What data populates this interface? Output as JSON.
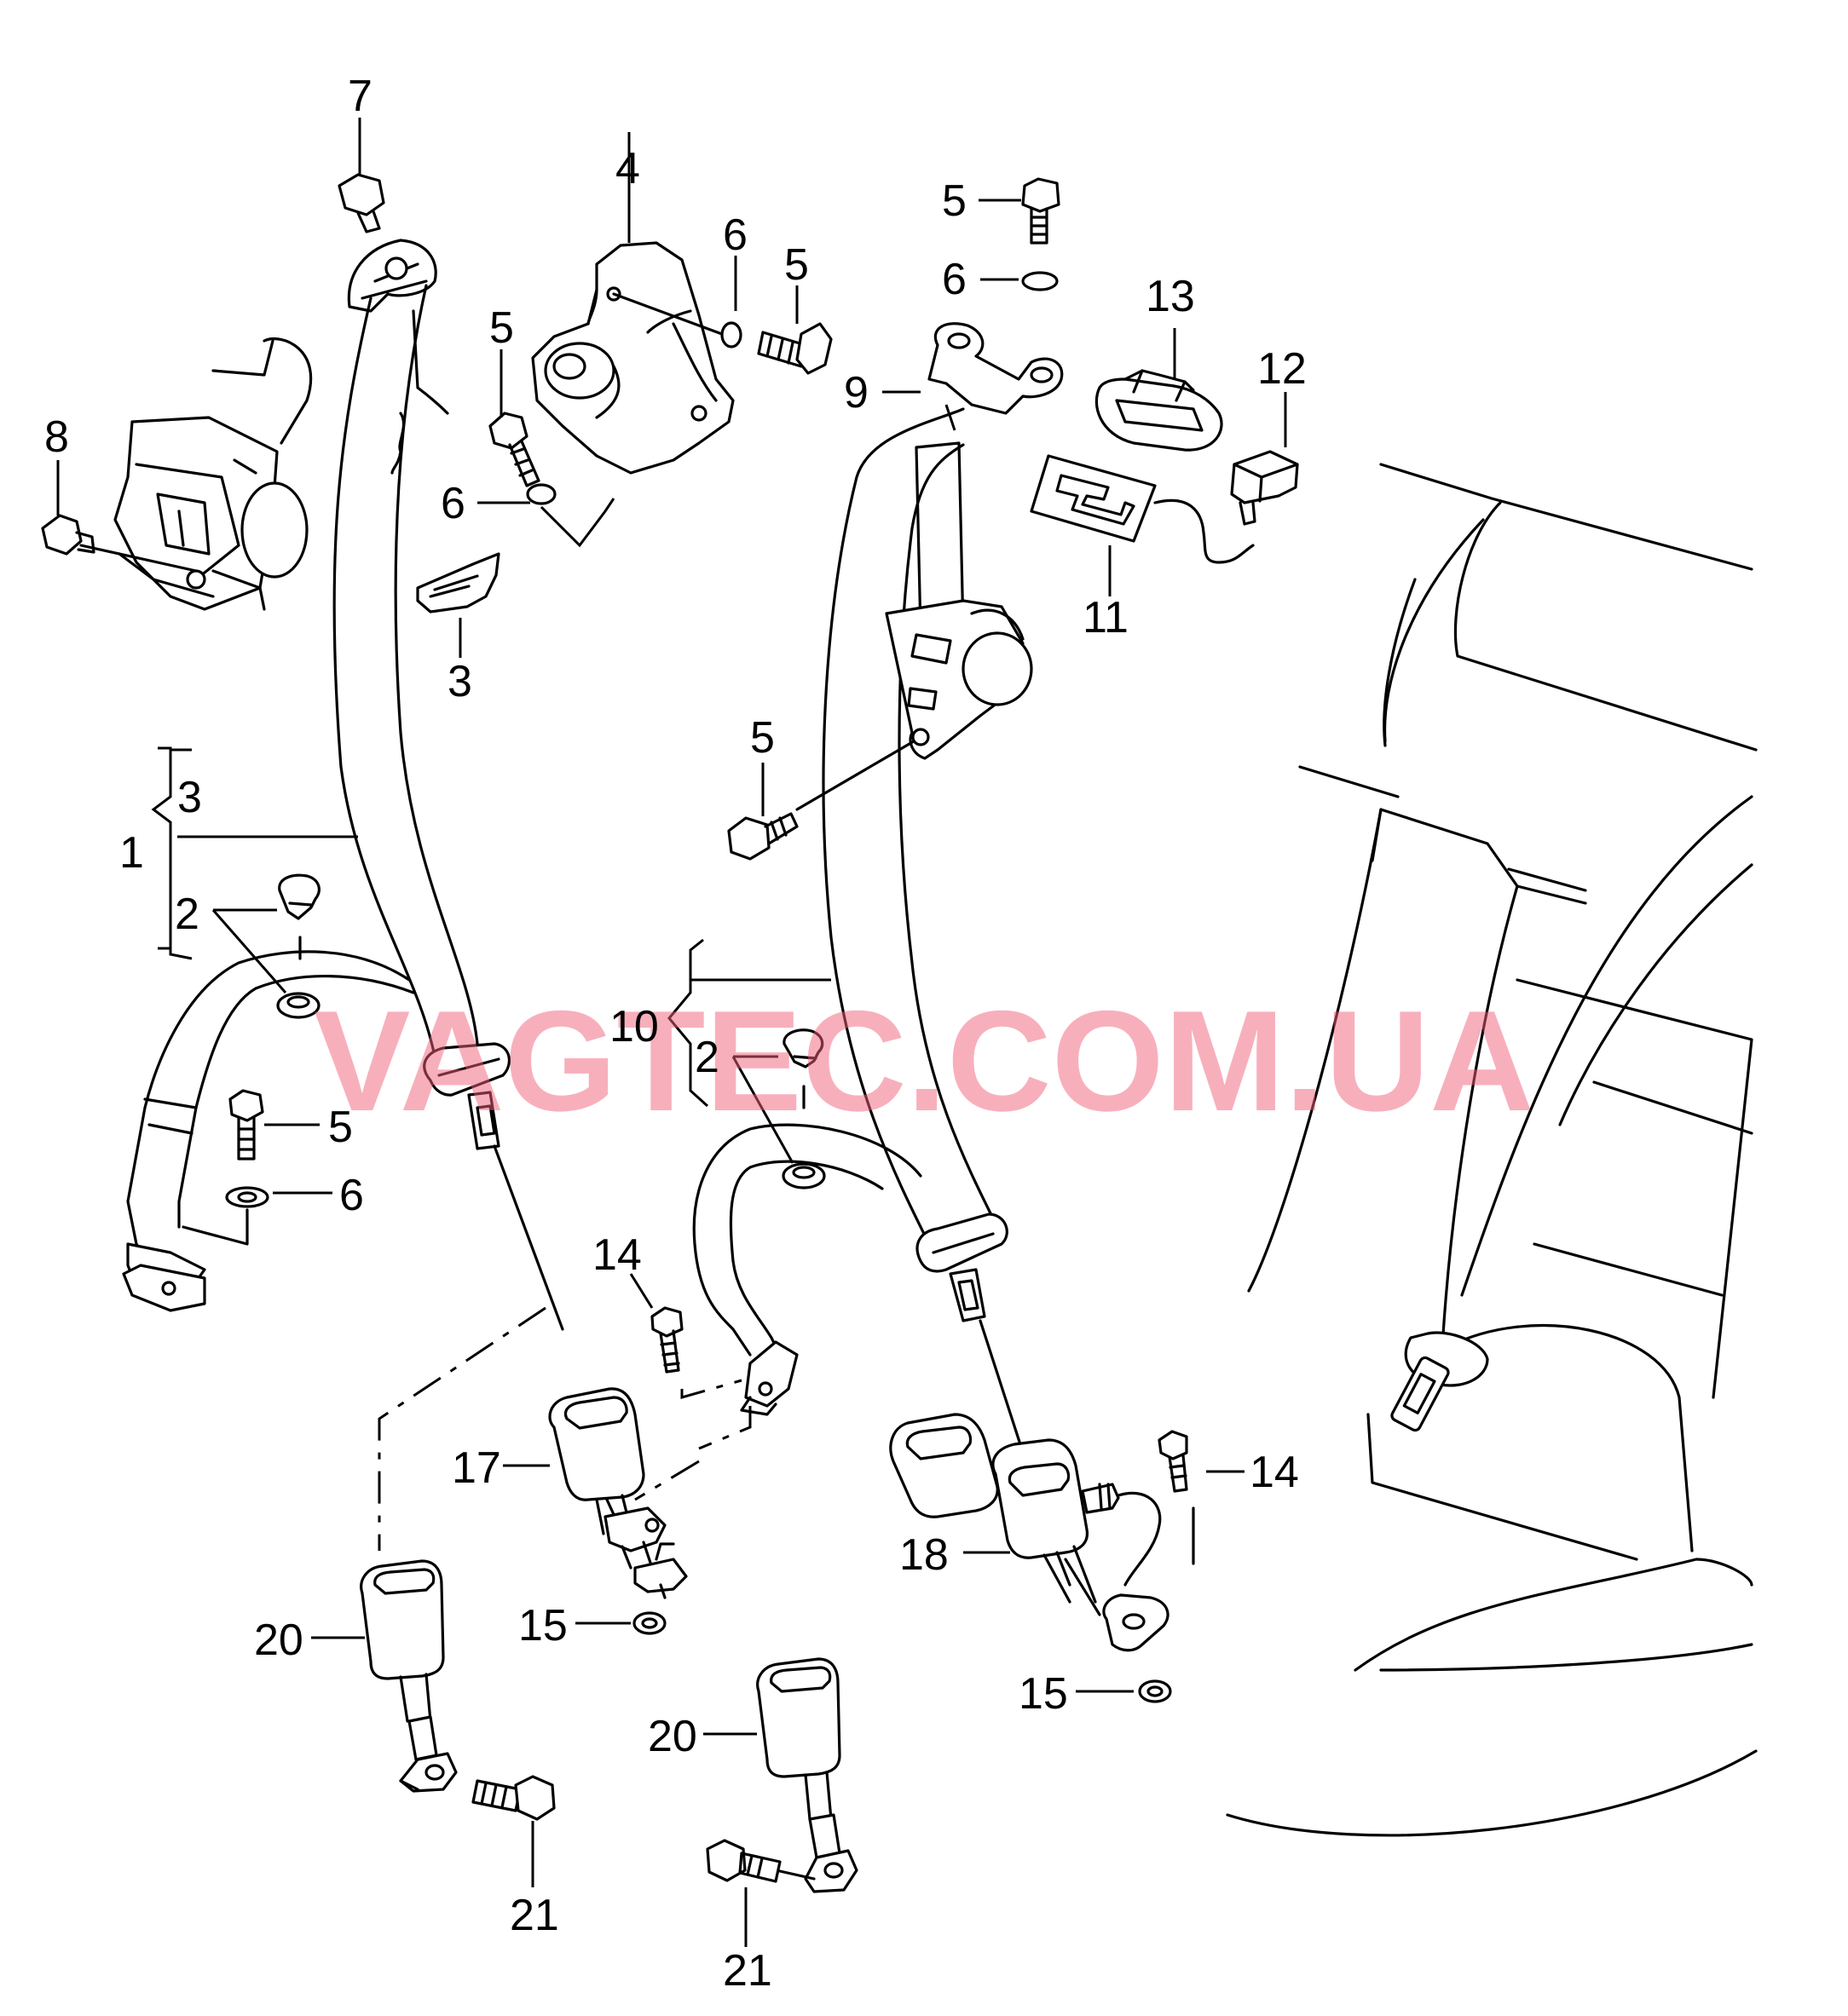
{
  "watermark": "VAGTEC.COM.UA",
  "callouts": {
    "c7": "7",
    "c4": "4",
    "c6a": "6",
    "c5a": "5",
    "c5b": "5",
    "c6b": "6",
    "c8": "8",
    "c3a": "3",
    "c5c": "5",
    "c6c": "6",
    "c13": "13",
    "c12": "12",
    "c9": "9",
    "c11": "11",
    "c5d": "5",
    "c3b": "3",
    "c1": "1",
    "c2a": "2",
    "c5e": "5",
    "c6d": "6",
    "c10": "10",
    "c2b": "2",
    "c14a": "14",
    "c17": "17",
    "c15a": "15",
    "c20a": "20",
    "c21a": "21",
    "c14b": "14",
    "c18": "18",
    "c15b": "15",
    "c20b": "20",
    "c21b": "21"
  },
  "colors": {
    "line": "#000000",
    "watermark": "#f2607a",
    "background": "#ffffff"
  }
}
